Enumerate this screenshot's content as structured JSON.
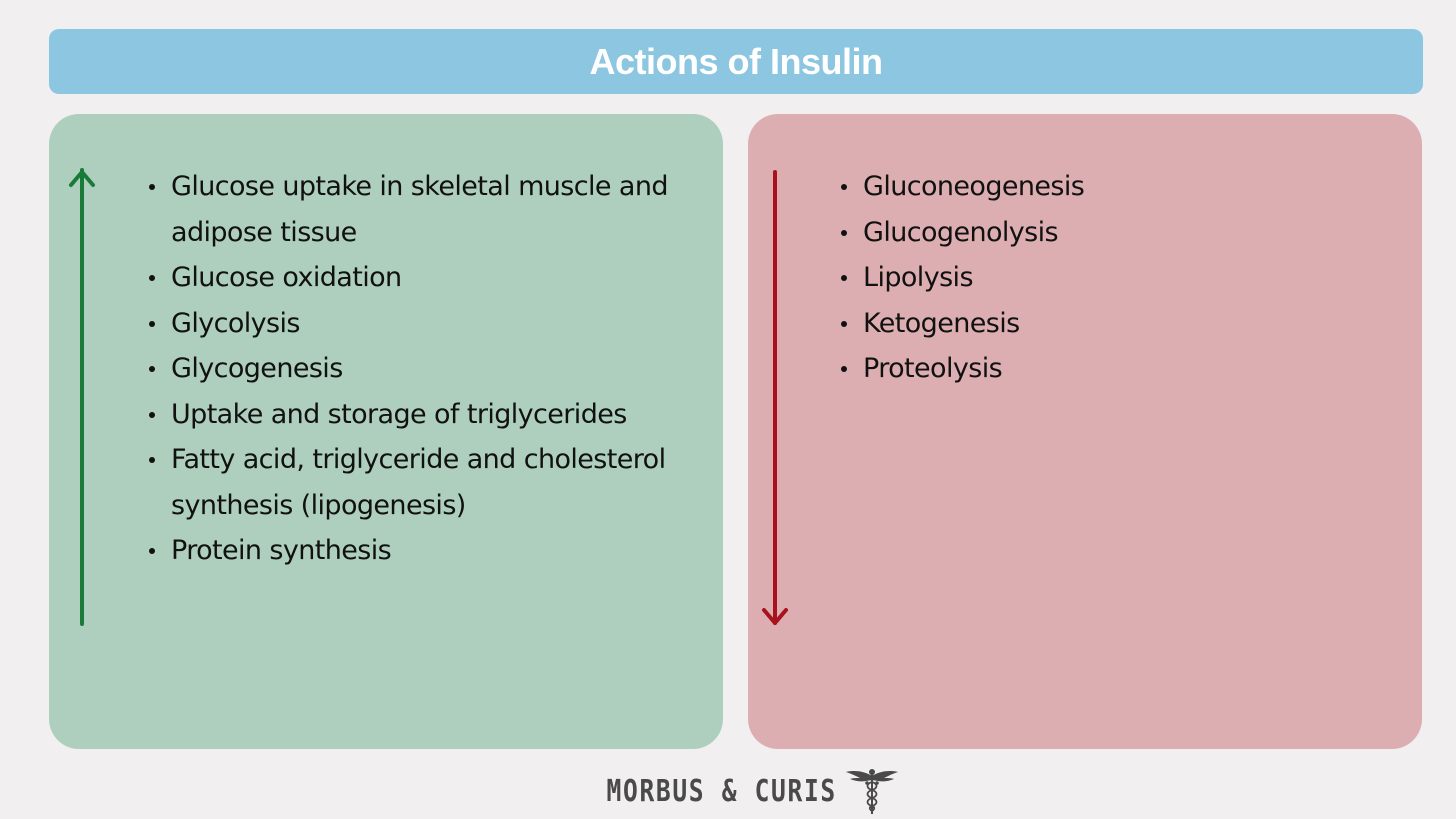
{
  "title": "Actions of Insulin",
  "increased": {
    "arrow_icon": "arrow-up-icon",
    "arrow_color": "#1a7a3a",
    "panel_color": "#aecfbd",
    "items": [
      "Glucose uptake in skeletal muscle and adipose tissue",
      "Glucose oxidation",
      "Glycolysis",
      "Glycogenesis",
      "Uptake and storage of triglycerides",
      "Fatty acid, triglyceride and cholesterol synthesis (lipogenesis)",
      "Protein synthesis"
    ]
  },
  "decreased": {
    "arrow_icon": "arrow-down-icon",
    "arrow_color": "#a8121c",
    "panel_color": "#ddaeb1",
    "items": [
      "Gluconeogenesis",
      "Glucogenolysis",
      "Lipolysis",
      "Ketogenesis",
      "Proteolysis"
    ]
  },
  "footer": {
    "brand": "MORBUS & CURIS",
    "logo_icon": "caduceus-icon"
  },
  "colors": {
    "title_bar": "#8cc6e1",
    "background": "#f1eff0"
  }
}
